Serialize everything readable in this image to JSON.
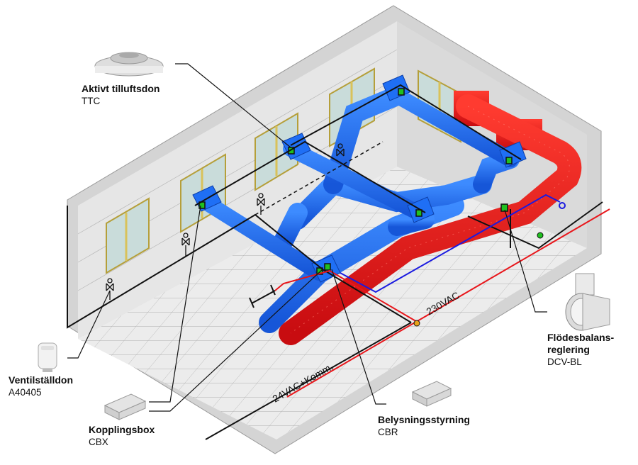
{
  "components": {
    "ttc": {
      "title": "Aktivt tilluftsdon",
      "code": "TTC"
    },
    "a40405": {
      "title": "Ventilställdon",
      "code": "A40405"
    },
    "cbx": {
      "title": "Kopplingsbox",
      "code": "CBX"
    },
    "cbr": {
      "title": "Belysningsstyrning",
      "code": "CBR"
    },
    "dcvbl": {
      "title_line1": "Flödesbalans-",
      "title_line2": "reglering",
      "code": "DCV-BL"
    }
  },
  "wiring": {
    "power_label": "230VAC",
    "bus_label": "24VAC+Komm."
  },
  "colors": {
    "supply_duct": "#1e6ff0",
    "exhaust_duct": "#e8161b",
    "power_line": "#e8161b",
    "bus_line": "#111111",
    "control_box": "#20c020",
    "room_wall": "#d9d9d9"
  }
}
